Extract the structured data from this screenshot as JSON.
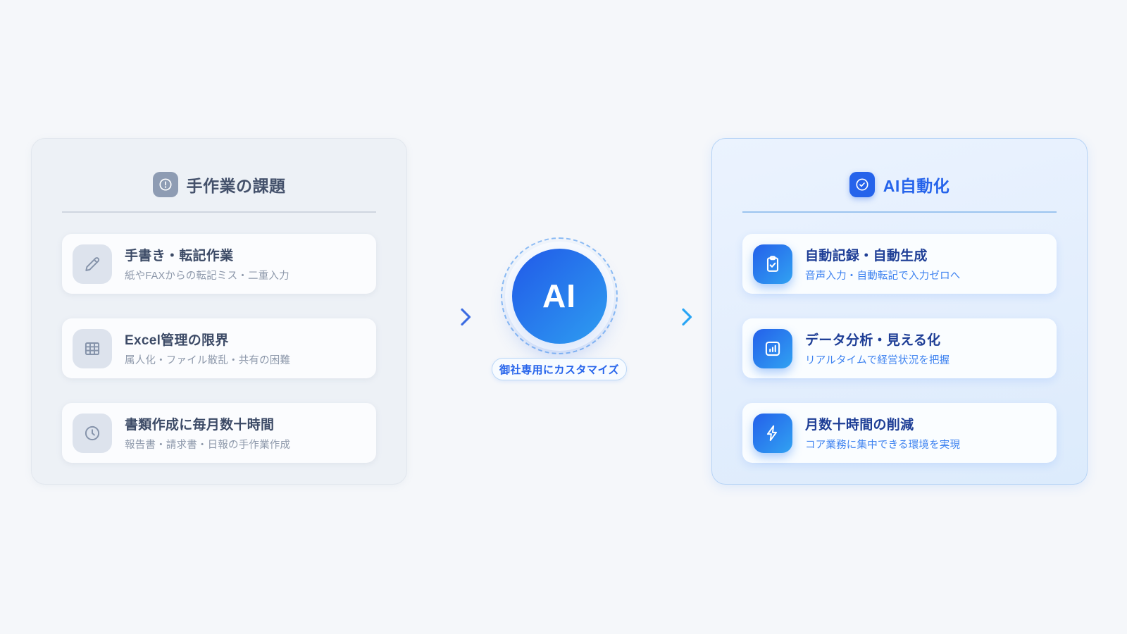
{
  "left_panel": {
    "title": "手作業の課題",
    "header_icon": "alert-circle-icon",
    "items": [
      {
        "icon": "pencil-icon",
        "title": "手書き・転記作業",
        "subtitle": "紙やFAXからの転記ミス・二重入力"
      },
      {
        "icon": "table-grid-icon",
        "title": "Excel管理の限界",
        "subtitle": "属人化・ファイル散乱・共有の困難"
      },
      {
        "icon": "clock-icon",
        "title": "書類作成に毎月数十時間",
        "subtitle": "報告書・請求書・日報の手作業作成"
      }
    ]
  },
  "center": {
    "ai_label": "AI",
    "badge": "御社専用にカスタマイズ",
    "arrows": [
      "left-to-ai-arrow",
      "ai-to-right-arrow"
    ]
  },
  "right_panel": {
    "title": "AI自動化",
    "header_icon": "check-circle-icon",
    "items": [
      {
        "icon": "clipboard-check-icon",
        "title": "自動記録・自動生成",
        "subtitle": "音声入力・自動転記で入力ゼロへ"
      },
      {
        "icon": "bar-chart-icon",
        "title": "データ分析・見える化",
        "subtitle": "リアルタイムで経営状況を把握"
      },
      {
        "icon": "lightning-bolt-icon",
        "title": "月数十時間の削減",
        "subtitle": "コア業務に集中できる環境を実現"
      }
    ]
  },
  "colors": {
    "page_background": "#f5f7fa",
    "accent_blue": "#2563eb",
    "accent_blue_light": "#31a2f2",
    "navy_text": "#1e3e96",
    "slate_icon": "#8e9cb3",
    "left_panel_bg": "#edf1f6",
    "right_panel_bg": "#e3eefd",
    "dashed_ring": "#8cbcf4"
  }
}
